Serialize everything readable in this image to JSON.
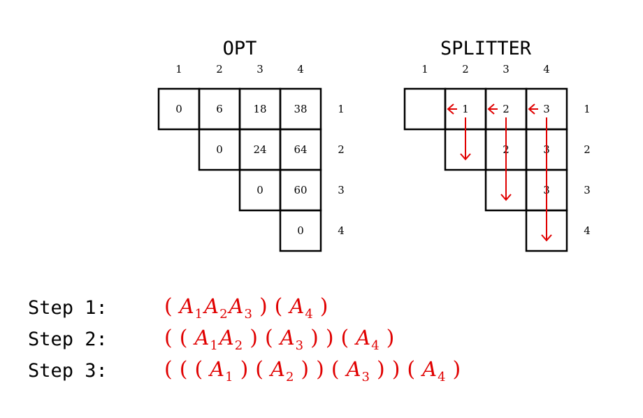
{
  "opt": {
    "title": "OPT",
    "col_labels": [
      "1",
      "2",
      "3",
      "4"
    ],
    "row_labels": [
      "1",
      "2",
      "3",
      "4"
    ],
    "cells": [
      {
        "row": 1,
        "col": 1,
        "value": "0"
      },
      {
        "row": 1,
        "col": 2,
        "value": "6"
      },
      {
        "row": 1,
        "col": 3,
        "value": "18"
      },
      {
        "row": 1,
        "col": 4,
        "value": "38"
      },
      {
        "row": 2,
        "col": 2,
        "value": "0"
      },
      {
        "row": 2,
        "col": 3,
        "value": "24"
      },
      {
        "row": 2,
        "col": 4,
        "value": "64"
      },
      {
        "row": 3,
        "col": 3,
        "value": "0"
      },
      {
        "row": 3,
        "col": 4,
        "value": "60"
      },
      {
        "row": 4,
        "col": 4,
        "value": "0"
      }
    ]
  },
  "splitter": {
    "title": "SPLITTER",
    "col_labels": [
      "1",
      "2",
      "3",
      "4"
    ],
    "row_labels": [
      "1",
      "2",
      "3",
      "4"
    ],
    "cells": [
      {
        "row": 1,
        "col": 1,
        "value": ""
      },
      {
        "row": 1,
        "col": 2,
        "value": "1"
      },
      {
        "row": 1,
        "col": 3,
        "value": "2"
      },
      {
        "row": 1,
        "col": 4,
        "value": "3"
      },
      {
        "row": 2,
        "col": 2,
        "value": ""
      },
      {
        "row": 2,
        "col": 3,
        "value": "2"
      },
      {
        "row": 2,
        "col": 4,
        "value": "3"
      },
      {
        "row": 3,
        "col": 3,
        "value": ""
      },
      {
        "row": 3,
        "col": 4,
        "value": "3"
      },
      {
        "row": 4,
        "col": 4,
        "value": ""
      }
    ],
    "arrows": [
      {
        "from": [
          1,
          4
        ],
        "to": [
          1,
          3
        ],
        "direction": "left"
      },
      {
        "from": [
          1,
          3
        ],
        "to": [
          1,
          2
        ],
        "direction": "left"
      },
      {
        "from": [
          1,
          2
        ],
        "to": [
          1,
          1
        ],
        "direction": "left"
      },
      {
        "from": [
          1,
          2
        ],
        "to": [
          2,
          2
        ],
        "direction": "down"
      },
      {
        "from": [
          1,
          3
        ],
        "to": [
          3,
          3
        ],
        "direction": "down"
      },
      {
        "from": [
          1,
          4
        ],
        "to": [
          4,
          4
        ],
        "direction": "down"
      }
    ],
    "arrow_color": "#e00000"
  },
  "steps": [
    {
      "label": "Step 1:",
      "tokens": [
        {
          "t": "(",
          "kind": "paren"
        },
        {
          "t": [
            "1",
            "2",
            "3"
          ],
          "kind": "prod"
        },
        {
          "t": ")",
          "kind": "paren"
        },
        {
          "t": "(",
          "kind": "paren"
        },
        {
          "t": [
            "4"
          ],
          "kind": "prod"
        },
        {
          "t": ")",
          "kind": "paren"
        }
      ]
    },
    {
      "label": "Step 2:",
      "tokens": [
        {
          "t": "(",
          "kind": "paren"
        },
        {
          "t": "(",
          "kind": "paren"
        },
        {
          "t": [
            "1",
            "2"
          ],
          "kind": "prod"
        },
        {
          "t": ")",
          "kind": "paren"
        },
        {
          "t": "(",
          "kind": "paren"
        },
        {
          "t": [
            "3"
          ],
          "kind": "prod"
        },
        {
          "t": ")",
          "kind": "paren"
        },
        {
          "t": ")",
          "kind": "paren"
        },
        {
          "t": "(",
          "kind": "paren"
        },
        {
          "t": [
            "4"
          ],
          "kind": "prod"
        },
        {
          "t": ")",
          "kind": "paren"
        }
      ]
    },
    {
      "label": "Step 3:",
      "tokens": [
        {
          "t": "(",
          "kind": "paren"
        },
        {
          "t": "(",
          "kind": "paren"
        },
        {
          "t": "(",
          "kind": "paren"
        },
        {
          "t": [
            "1"
          ],
          "kind": "prod"
        },
        {
          "t": ")",
          "kind": "paren"
        },
        {
          "t": "(",
          "kind": "paren"
        },
        {
          "t": [
            "2"
          ],
          "kind": "prod"
        },
        {
          "t": ")",
          "kind": "paren"
        },
        {
          "t": ")",
          "kind": "paren"
        },
        {
          "t": "(",
          "kind": "paren"
        },
        {
          "t": [
            "3"
          ],
          "kind": "prod"
        },
        {
          "t": ")",
          "kind": "paren"
        },
        {
          "t": ")",
          "kind": "paren"
        },
        {
          "t": "(",
          "kind": "paren"
        },
        {
          "t": [
            "4"
          ],
          "kind": "prod"
        },
        {
          "t": ")",
          "kind": "paren"
        }
      ]
    }
  ],
  "matrix_symbol": "A",
  "expr_color": "#e00000"
}
